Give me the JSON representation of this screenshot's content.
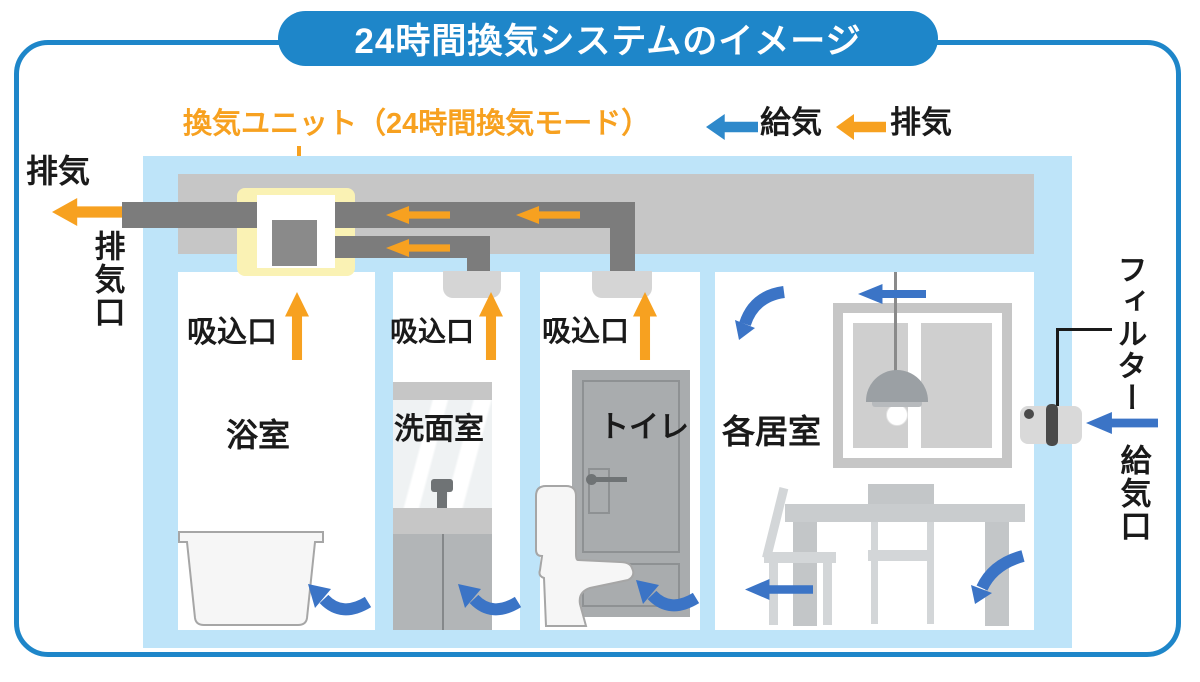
{
  "title": "24時間換気システムのイメージ",
  "unit_label": "換気ユニット（24時間換気モード）",
  "legend": {
    "supply": "給気",
    "exhaust": "排気"
  },
  "left": {
    "exhaust": "排気",
    "exhaust_port": "排気口"
  },
  "rooms": {
    "bath": {
      "name": "浴室",
      "inlet": "吸込口"
    },
    "wash": {
      "name": "洗面室",
      "inlet": "吸込口"
    },
    "toilet": {
      "name": "トイレ",
      "inlet": "吸込口"
    },
    "living": {
      "name": "各居室"
    }
  },
  "right": {
    "filter": "フィルター",
    "supply_port": "給気口"
  },
  "colors": {
    "accent_blue": "#1E86C9",
    "house_blue": "#BEE4F9",
    "cavity_gray": "#C6C6C6",
    "duct_gray": "#7C7C7C",
    "unit_gray": "#8A8A8A",
    "unit_yellow": "#FAF2B4",
    "orange": "#F7A120",
    "arrow_blue": "#3B74C6",
    "legend_blue": "#2E89CB"
  }
}
